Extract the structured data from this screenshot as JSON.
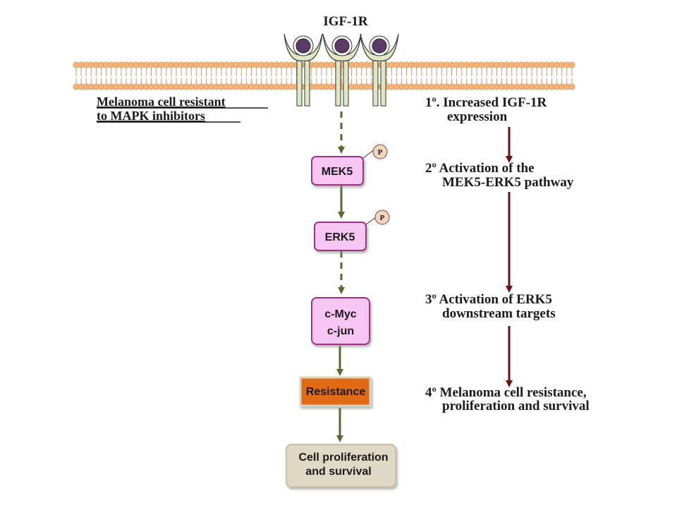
{
  "receptor": {
    "label": "IGF-1R"
  },
  "cell": {
    "line1": "Melanoma cell resistant",
    "line2": "to MAPK inhibitors"
  },
  "nodes": {
    "mek5": "MEK5",
    "erk5": "ERK5",
    "targets_line1": "c-Myc",
    "targets_line2": "c-jun",
    "resistance": "Resistance",
    "outcome_line1": "Cell proliferation",
    "outcome_line2": "and survival"
  },
  "phospho": {
    "label": "P"
  },
  "steps": [
    {
      "line1": "1º. Increased IGF-1R",
      "line2": "expression"
    },
    {
      "line1": "2º Activation of the",
      "line2": "MEK5-ERK5 pathway"
    },
    {
      "line1": "3º Activation of ERK5",
      "line2": "downstream targets"
    },
    {
      "line1": "4º Melanoma cell resistance,",
      "line2": "proliferation and survival"
    }
  ],
  "colors": {
    "node_fill": "#f7c6f3",
    "node_stroke": "#a0307f",
    "resistance_fill": "#e06a12",
    "outcome_fill": "#ded8c4",
    "pathway_arrow": "#556b2f",
    "step_arrow": "#6b0f16",
    "lipid": "#f5b47a",
    "receptor_fill": "#dfe8c2",
    "receptor_ligand": "#5b3a66"
  }
}
